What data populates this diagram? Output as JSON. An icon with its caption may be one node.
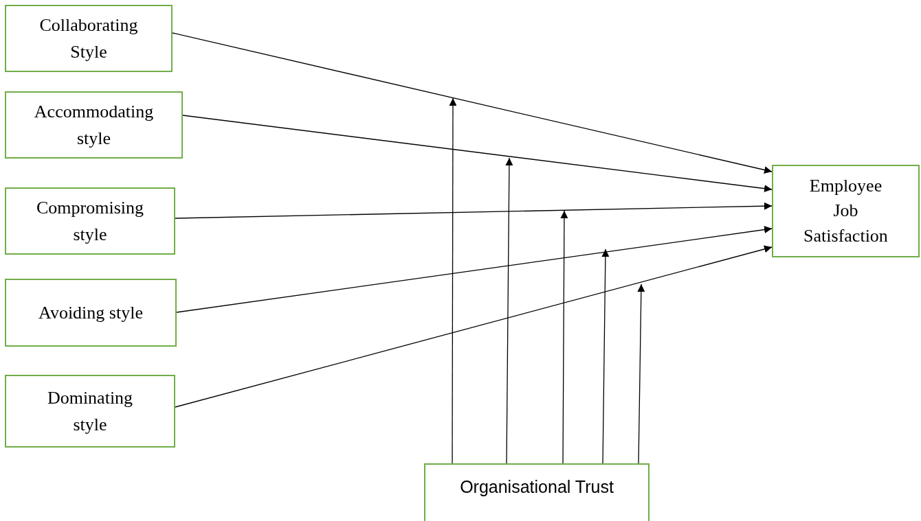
{
  "diagram": {
    "nodes": [
      {
        "text": [
          "Collaborating Style"
        ]
      },
      {
        "text": [
          "Accommodating style"
        ]
      },
      {
        "text": [
          "Compromising style"
        ]
      },
      {
        "text": [
          "Avoiding style"
        ]
      },
      {
        "text": [
          "Dominating style"
        ]
      },
      {
        "text": [
          "Employee Job Satisfaction"
        ]
      },
      {
        "text": [
          "Organisational Trust"
        ]
      }
    ],
    "edges": [
      {
        "from": 0,
        "to": 5,
        "arrow": "to"
      },
      {
        "from": 1,
        "to": 5,
        "arrow": "to"
      },
      {
        "from": 2,
        "to": 5,
        "arrow": "to"
      },
      {
        "from": 3,
        "to": 5,
        "arrow": "to"
      },
      {
        "from": 4,
        "to": 5,
        "arrow": "to"
      },
      {
        "from": 6,
        "to": null,
        "arrow": "to"
      },
      {
        "from": 6,
        "to": null,
        "arrow": "to"
      },
      {
        "from": 6,
        "to": null,
        "arrow": "to"
      },
      {
        "from": 6,
        "to": null,
        "arrow": "to"
      },
      {
        "from": 6,
        "to": null,
        "arrow": "to"
      }
    ]
  }
}
